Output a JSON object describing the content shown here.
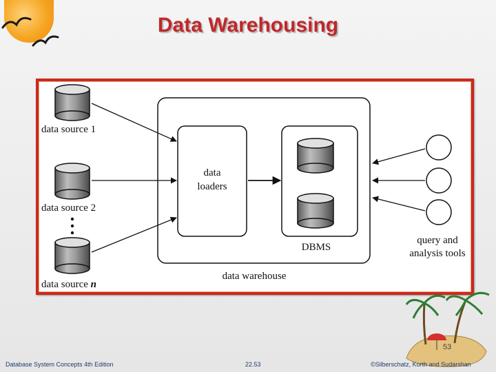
{
  "slide": {
    "title": "Data Warehousing",
    "page_number": "53",
    "footer_left": "Database System Concepts 4th Edition",
    "footer_center": "22.53",
    "footer_right": "©Silberschatz, Korth and Sudarshan"
  },
  "diagram": {
    "source_1_label": "data source 1",
    "source_2_label": "data source 2",
    "source_n_label_prefix": "data source ",
    "source_n_label_var": "n",
    "loaders_line1": "data",
    "loaders_line2": "loaders",
    "dbms_label": "DBMS",
    "warehouse_label": "data warehouse",
    "tools_line1": "query and",
    "tools_line2": "analysis tools"
  }
}
